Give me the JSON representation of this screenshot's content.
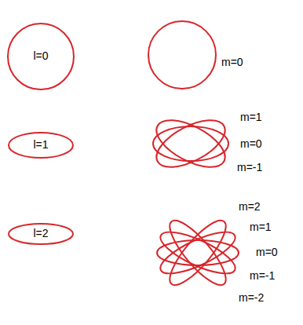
{
  "diagram": {
    "nodes": [
      {
        "text": [
          "l=0"
        ]
      },
      {
        "text": [
          "l=1"
        ]
      },
      {
        "text": [
          "l=2"
        ]
      }
    ],
    "labels": [
      "m=0",
      "m=1",
      "m=0",
      "m=-1",
      "m=2",
      "m=1",
      "m=0",
      "m=-1",
      "m=-2"
    ]
  }
}
